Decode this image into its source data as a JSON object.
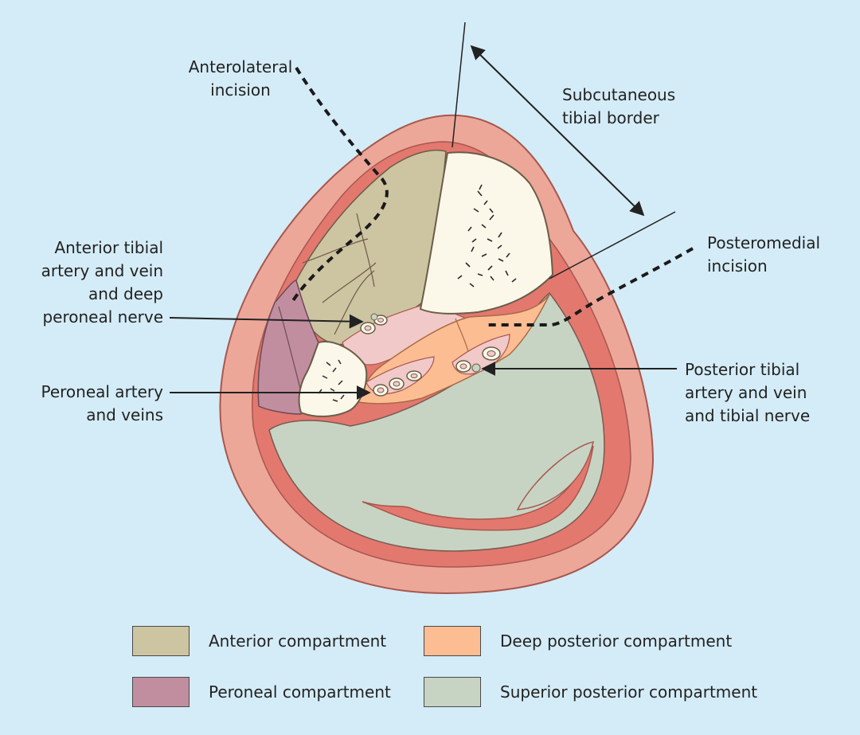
{
  "labels": {
    "anterolateral_incision": "Anterolateral incision",
    "subcutaneous_tibial_border": "Subcutaneous tibial border",
    "posteromedial_incision": "Posteromedial incision",
    "anterior_tibial": "Anterior tibial artery and vein and deep peroneal nerve",
    "peroneal_artery": "Peroneal artery and veins",
    "posterior_tibial": "Posterior tibial artery and vein and tibial nerve"
  },
  "legend": [
    {
      "label": "Anterior compartment",
      "color": "#cdc4a2"
    },
    {
      "label": "Deep posterior compartment",
      "color": "#fcbd92"
    },
    {
      "label": "Peroneal compartment",
      "color": "#c18ea0"
    },
    {
      "label": "Superior posterior compartment",
      "color": "#c7d4c3"
    }
  ],
  "colors": {
    "background": "#d4ecf7",
    "skin": "#eca799",
    "fascia": "#e3786f",
    "bone": "#fbf8ea",
    "vessel": "#f1c9c8"
  }
}
